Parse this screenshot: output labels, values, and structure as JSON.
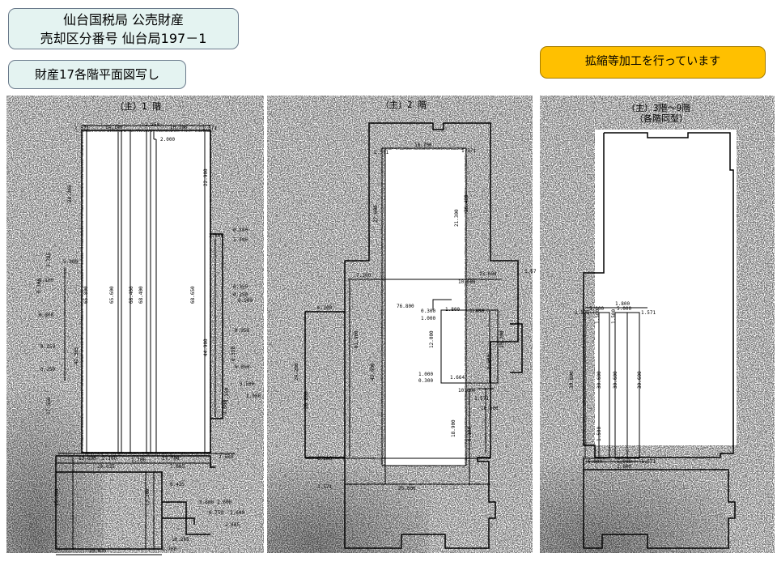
{
  "header": {
    "line1": "仙台国税局 公売財産",
    "line2": "売却区分番号 仙台局197－1"
  },
  "subtitle": "財産17各階平面図写し",
  "notice": "拡縮等加工を行っています",
  "plans": {
    "floor1": {
      "title": "（主）1 階",
      "dims": [
        "1.571",
        "14.140",
        "1.250",
        "10.200",
        "1.571",
        "2.000",
        "28.265",
        "22.900",
        "5.300",
        "3.785",
        "1.100",
        "0.300",
        "0.800",
        "0.250",
        "0.250",
        "41.365",
        "65.800",
        "65.600",
        "68.400",
        "68.400",
        "68.650",
        "44.900",
        "3.500",
        "0.500",
        "1.500",
        "0.350",
        "0.350",
        "0.500",
        "0.950",
        "0.350",
        "6.050",
        "3.500",
        "1.050",
        "1.150",
        "9.500",
        "17.550",
        "13.600",
        "2.100",
        "1.700",
        "17.700",
        "2.500",
        "20.635",
        "7.665",
        "8.435",
        "3.600",
        "1.600",
        "0.750",
        "1.600",
        "2.665",
        "10.265",
        "1.700",
        "19.635",
        "15.300",
        "13.200"
      ]
    },
    "floor2": {
      "title": "（主）2 階",
      "dims": [
        "16.700",
        "1.571",
        "27.600",
        "21.300",
        "26.400",
        "1.571",
        "7.300",
        "13.600",
        "1.57",
        "10.600",
        "6.100",
        "1.800",
        "1.800",
        "0.300",
        "1.000",
        "12.000",
        "1.000",
        "0.300",
        "0.900",
        "1.664",
        "10.600",
        "76.800",
        "61.900",
        "43.600",
        "24.200",
        "26.800",
        "8.100",
        "1.571",
        "25.000",
        "18.900",
        "6.100",
        "10.600",
        "23.200",
        "1.571"
      ]
    },
    "floor3": {
      "title": "（主）3階～9階",
      "subtitle": "（各階同型）",
      "dims": [
        "1.571",
        "5.000",
        "1.800",
        "5.000",
        "1.571",
        "1.500",
        "1.500",
        "30.600",
        "30.600",
        "30.600",
        "30.600",
        "1.500",
        "5.000",
        "1.800",
        "5.000",
        "1.571"
      ]
    }
  }
}
